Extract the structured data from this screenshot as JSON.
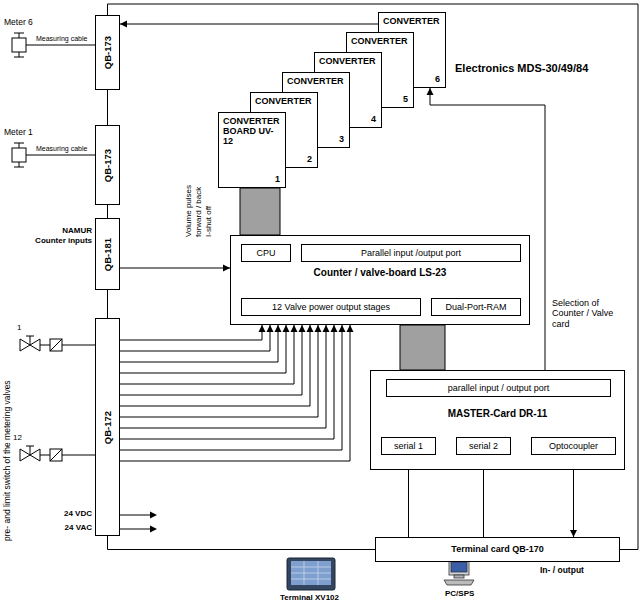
{
  "diagram": {
    "nodes": [
      {
        "text": [
          "QB-173"
        ]
      },
      {
        "text": [
          "QB-173"
        ]
      },
      {
        "text": [
          "QB-181"
        ]
      },
      {
        "text": [
          "QB-172"
        ]
      },
      {
        "text": [
          "CONVERTER",
          "6"
        ]
      },
      {
        "text": [
          "CONVERTER",
          "5"
        ]
      },
      {
        "text": [
          "CONVERTER",
          "4"
        ]
      },
      {
        "text": [
          "CONVERTER",
          "3"
        ]
      },
      {
        "text": [
          "CONVERTER",
          "2"
        ]
      },
      {
        "text": [
          "CONVERTER BOARD UV-12",
          "1"
        ]
      },
      {
        "text": [
          "Counter / valve-board LS-23"
        ]
      },
      {
        "text": [
          "CPU"
        ],
        "in": 10
      },
      {
        "text": [
          "Parallel input /output port"
        ],
        "in": 10
      },
      {
        "text": [
          "12 Valve power output stages"
        ],
        "in": 10
      },
      {
        "text": [
          "Dual-Port-RAM"
        ],
        "in": 10
      },
      {
        "text": [
          "MASTER-Card DR-11"
        ]
      },
      {
        "text": [
          "parallel input / output port"
        ],
        "in": 15
      },
      {
        "text": [
          "serial 1"
        ],
        "in": 15
      },
      {
        "text": [
          "serial 2"
        ],
        "in": 15
      },
      {
        "text": [
          "Optocoupler"
        ],
        "in": 15
      },
      {
        "text": [
          "Terminal card QB-170"
        ]
      }
    ],
    "edges": [
      {
        "from": 0,
        "to": 1,
        "arrow": "none"
      },
      {
        "from": 1,
        "to": 2,
        "arrow": "none"
      },
      {
        "from": 2,
        "to": 3,
        "arrow": "none"
      },
      {
        "from": 4,
        "to": 0,
        "arrow": "to"
      },
      {
        "from": 2,
        "to": 10,
        "arrow": "to"
      },
      {
        "from": 9,
        "to": 10,
        "arrow": "none"
      },
      {
        "from": 10,
        "to": 15,
        "arrow": "none"
      },
      {
        "from": 15,
        "to": 4,
        "arrow": "to"
      },
      {
        "from": 20,
        "to": 17,
        "arrow": "to"
      },
      {
        "from": 20,
        "to": 18,
        "arrow": "to"
      },
      {
        "from": 19,
        "to": 20,
        "arrow": "both"
      },
      {
        "from": 20,
        "to": 0,
        "arrow": "none"
      },
      {
        "from": 3,
        "to": 20,
        "arrow": "none"
      },
      {
        "from": 3,
        "to": 10,
        "arrow": "to"
      },
      {
        "from": 3,
        "to": 10,
        "arrow": "to"
      },
      {
        "from": 3,
        "to": 10,
        "arrow": "to"
      },
      {
        "from": 3,
        "to": 10,
        "arrow": "to"
      },
      {
        "from": 3,
        "to": 10,
        "arrow": "to"
      },
      {
        "from": 3,
        "to": 10,
        "arrow": "to"
      },
      {
        "from": 3,
        "to": 10,
        "arrow": "to"
      },
      {
        "from": 3,
        "to": 10,
        "arrow": "to"
      },
      {
        "from": 3,
        "to": 10,
        "arrow": "to"
      },
      {
        "from": 3,
        "to": 10,
        "arrow": "to"
      },
      {
        "from": 3,
        "to": 10,
        "arrow": "to"
      },
      {
        "from": 3,
        "to": 10,
        "arrow": "to"
      }
    ],
    "labels": [
      "Meter 6",
      "Measuring cable",
      "Meter 1",
      "Measuring cable",
      "NAMUR",
      "Counter inputs",
      "Volume pulses",
      "forward / back",
      "I-shut off",
      "Electronics MDS-30/49/84",
      "Selection of Counter / Valve card",
      "1",
      "12",
      "pre- and limit switch of the metering valves",
      "24 VDC",
      "24 VAC",
      "Terminal XV102",
      "PC/SPS",
      "In- / output"
    ]
  }
}
